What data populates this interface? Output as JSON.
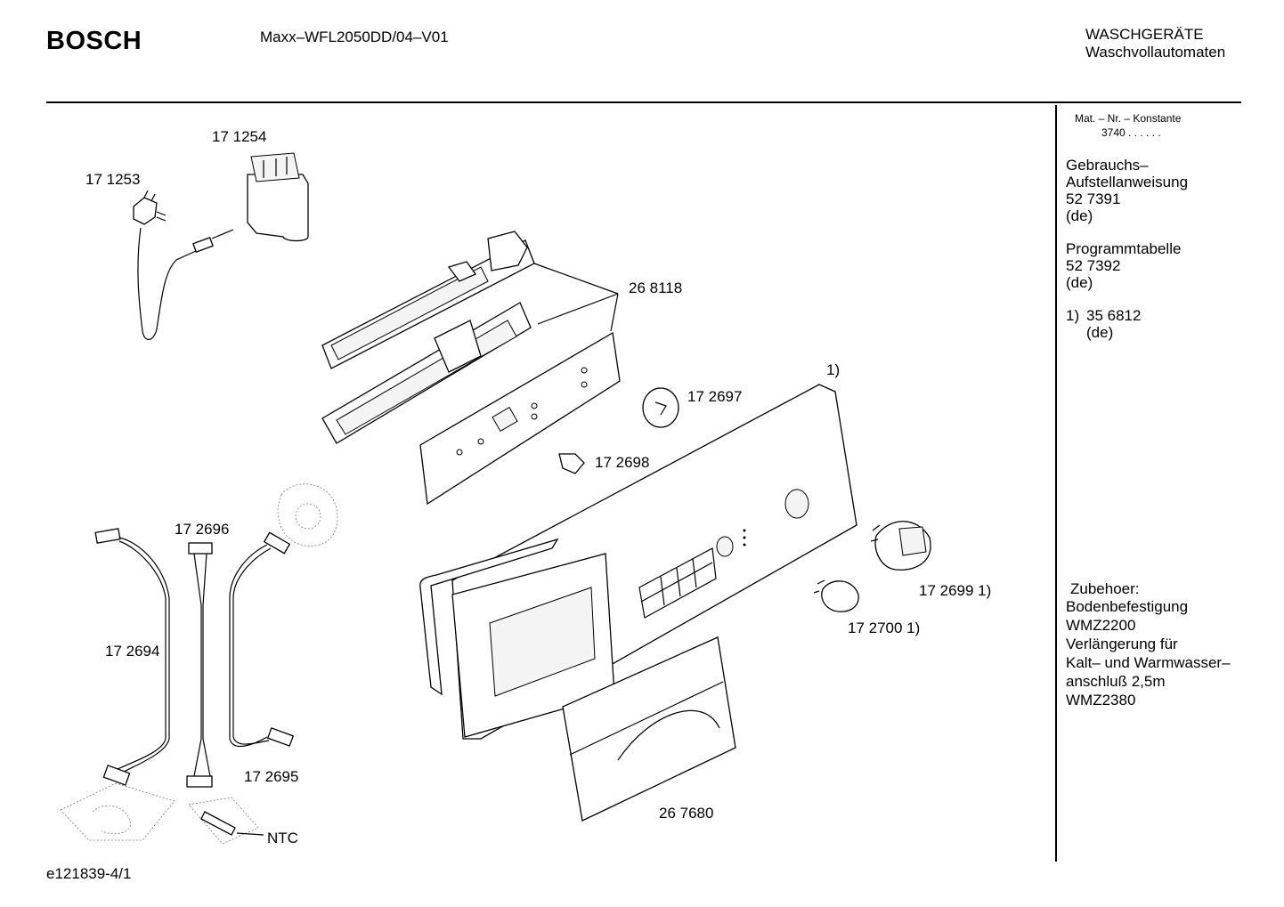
{
  "header": {
    "brand": "BOSCH",
    "model": "Maxx–WFL2050DD/04–V01",
    "category_line1": "WASCHGERÄTE",
    "category_line2": "Waschvollautomaten"
  },
  "sidebar": {
    "mat_label": "Mat. – Nr. – Konstante",
    "mat_value": "3740  .  .   .  .  .  .",
    "manual_title_1": "Gebrauchs–",
    "manual_title_2": "Aufstellanweisung",
    "manual_number": "52 7391",
    "manual_lang": "(de)",
    "program_title": "Programmtabelle",
    "program_number": "52 7392",
    "program_lang": "(de)",
    "note_marker": "1)",
    "note_number": "35 6812",
    "note_lang": "(de)",
    "accessories_title": "Zubehoer:",
    "accessories_line1": "Bodenbefestigung",
    "accessories_line2": "WMZ2200",
    "accessories_line3": "Verlängerung für",
    "accessories_line4": "Kalt– und Warmwasser–",
    "accessories_line5": "anschluß 2,5m",
    "accessories_line6": "WMZ2380"
  },
  "parts": {
    "p171254": "17 1254",
    "p171253": "17 1253",
    "p268118": "26 8118",
    "p_note": "1)",
    "p172697": "17 2697",
    "p172698": "17 2698",
    "p172696": "17 2696",
    "p172694": "17 2694",
    "p172695": "17 2695",
    "p172699": "17 2699 1)",
    "p172700": "17 2700 1)",
    "p267680": "26 7680",
    "ntc": "NTC"
  },
  "footer": {
    "drawing_id": "e121839-4/1"
  }
}
